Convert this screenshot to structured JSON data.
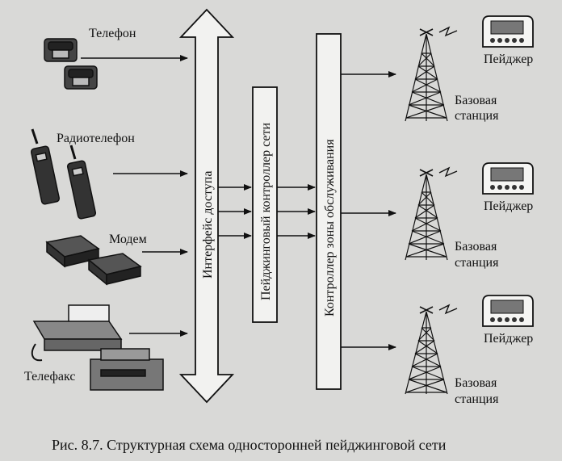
{
  "sources": {
    "telephone": "Телефон",
    "radiotelephone": "Радиотелефон",
    "modem": "Модем",
    "telefax": "Телефакс"
  },
  "blocks": {
    "access_interface": "Интерфейс доступа",
    "network_controller": "Пейджинговый контроллер сети",
    "zone_controller": "Контроллер зоны обслуживания"
  },
  "stations": [
    {
      "pager": "Пейджер",
      "base_line1": "Базовая",
      "base_line2": "станция"
    },
    {
      "pager": "Пейджер",
      "base_line1": "Базовая",
      "base_line2": "станция"
    },
    {
      "pager": "Пейджер",
      "base_line1": "Базовая",
      "base_line2": "станция"
    }
  ],
  "caption": "Рис. 8.7. Структурная схема односторонней пейджинговой сети"
}
